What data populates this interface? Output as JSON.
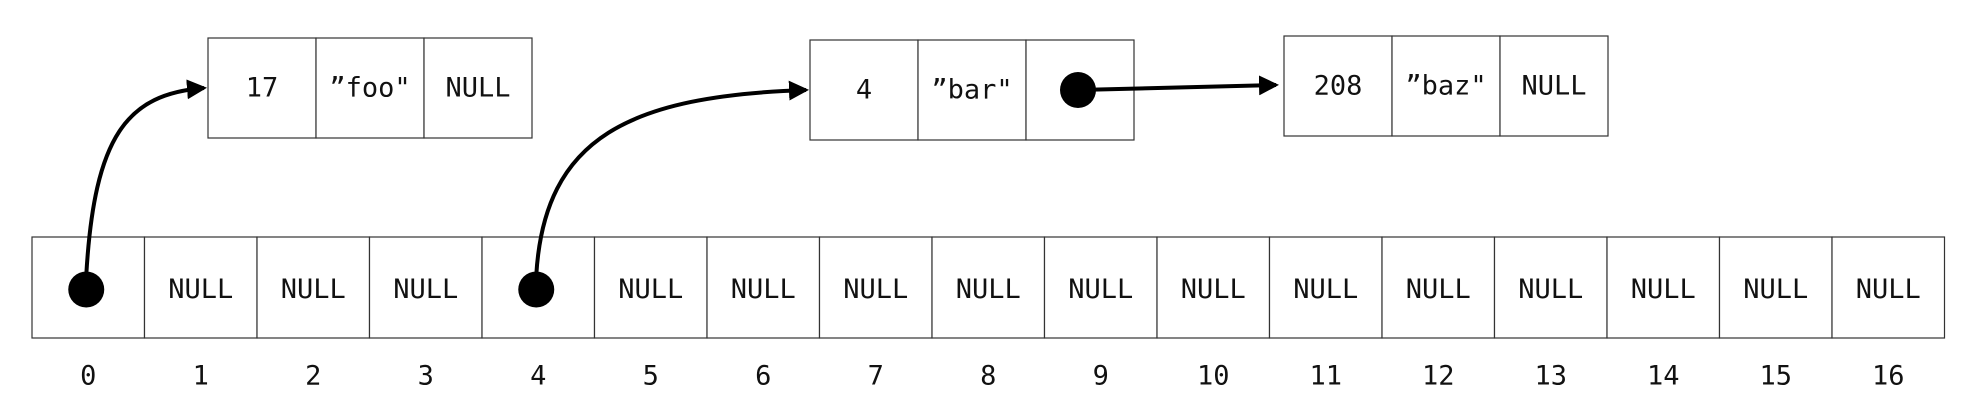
{
  "table": {
    "cells": [
      "",
      "NULL",
      "NULL",
      "NULL",
      "",
      "NULL",
      "NULL",
      "NULL",
      "NULL",
      "NULL",
      "NULL",
      "NULL",
      "NULL",
      "NULL",
      "NULL",
      "NULL",
      "NULL"
    ],
    "indices": [
      "0",
      "1",
      "2",
      "3",
      "4",
      "5",
      "6",
      "7",
      "8",
      "9",
      "10",
      "11",
      "12",
      "13",
      "14",
      "15",
      "16"
    ],
    "pointer_slots": [
      0,
      4
    ]
  },
  "nodes": [
    {
      "key": "17",
      "value": "”foo\"",
      "next": "NULL"
    },
    {
      "key": "4",
      "value": "”bar\"",
      "next": ""
    },
    {
      "key": "208",
      "value": "”baz\"",
      "next": "NULL"
    }
  ],
  "links": [
    {
      "from": "table-slot-0",
      "to": "node-0"
    },
    {
      "from": "table-slot-4",
      "to": "node-1"
    },
    {
      "from": "node-1-next",
      "to": "node-2"
    }
  ]
}
